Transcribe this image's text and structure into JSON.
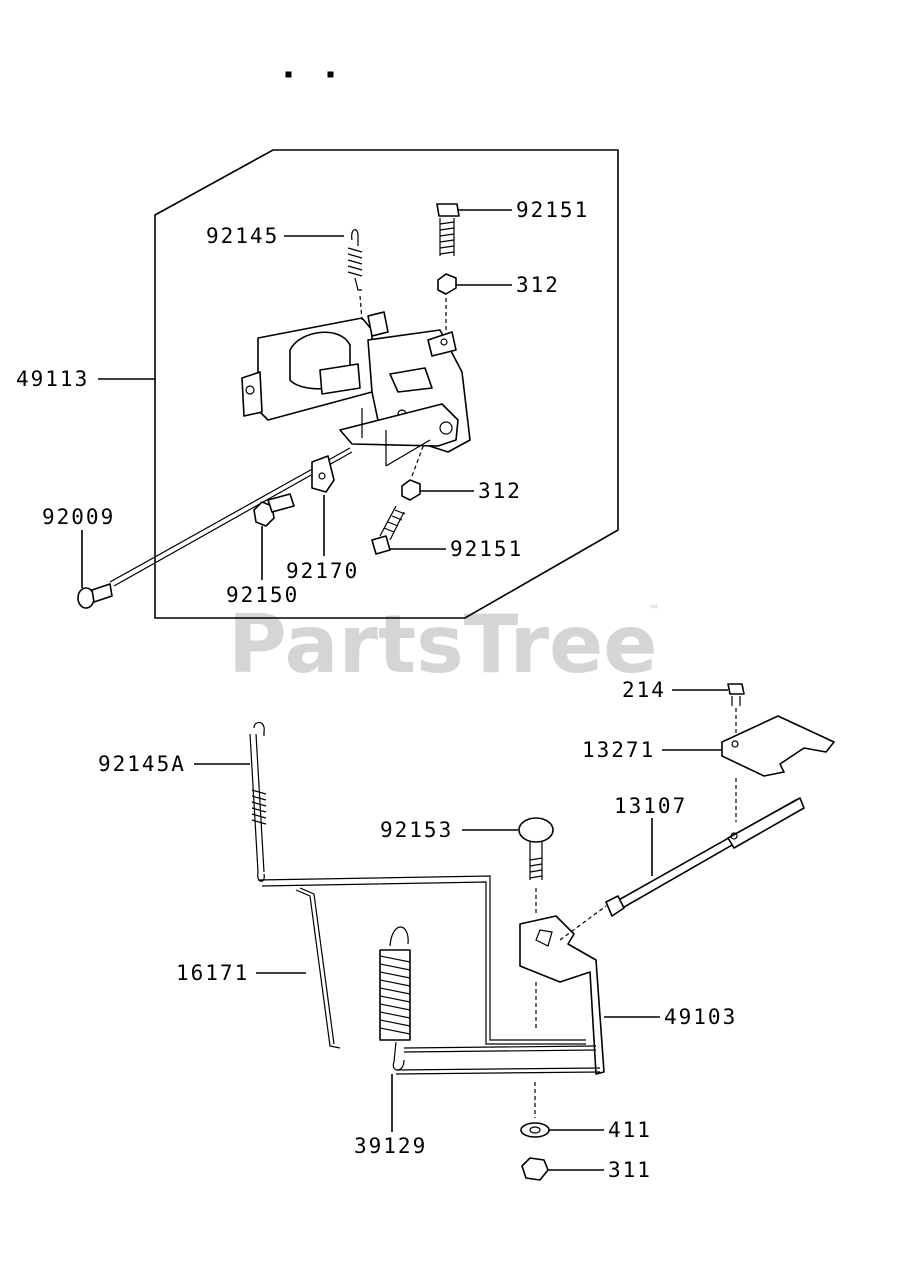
{
  "watermark": {
    "text": "PartsTree",
    "trademark": "™"
  },
  "colors": {
    "line": "#000000",
    "background": "#ffffff",
    "watermark": "#c8c8c8"
  },
  "callouts": {
    "92145": "92145",
    "92151_top": "92151",
    "312_top": "312",
    "49113": "49113",
    "312_mid": "312",
    "92009": "92009",
    "92151_bottom": "92151",
    "92170": "92170",
    "92150": "92150",
    "214": "214",
    "13271": "13271",
    "92145A": "92145A",
    "13107": "13107",
    "92153": "92153",
    "16171": "16171",
    "49103": "49103",
    "39129": "39129",
    "411": "411",
    "311": "311"
  }
}
